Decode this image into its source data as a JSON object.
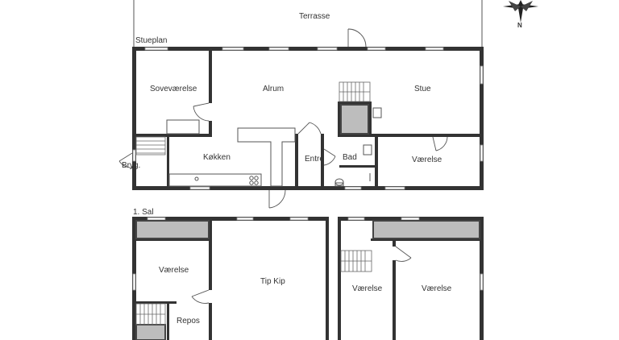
{
  "labels": {
    "terrasse": "Terrasse",
    "stueplan": "Stueplan",
    "sal": "1. Sal",
    "sovevaerelse": "Soveværelse",
    "alrum": "Alrum",
    "stue": "Stue",
    "kokken": "Køkken",
    "entre": "Entrè",
    "bad": "Bad",
    "vaerelse_ground": "Værelse",
    "bryg": "Bryg.",
    "vaerelse_upper_left": "Værelse",
    "repos": "Repos",
    "tip_kip": "Tip Kip",
    "vaerelse_upper_mid": "Værelse",
    "vaerelse_upper_right": "Værelse",
    "compass_n": "N"
  },
  "colors": {
    "wall": "#333333",
    "grey_fill": "#bdbdbd",
    "line": "#555555"
  },
  "icons": [
    "compass-icon"
  ]
}
